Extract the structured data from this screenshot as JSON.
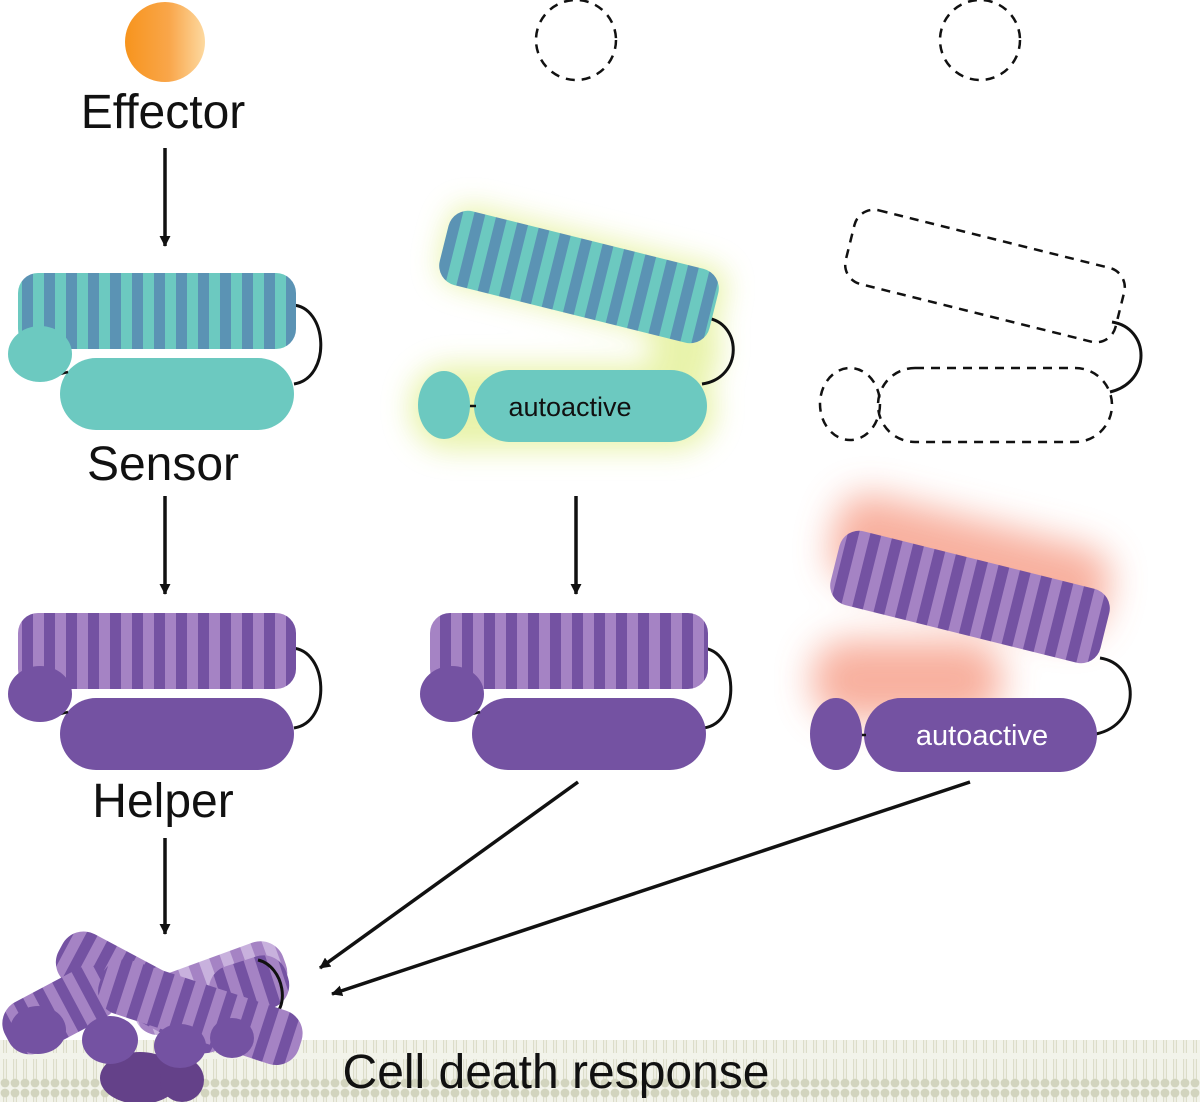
{
  "labels": {
    "effector": "Effector",
    "sensor": "Sensor",
    "helper": "Helper",
    "autoactive_sensor": "autoactive",
    "autoactive_helper": "autoactive",
    "cell_death": "Cell death response"
  },
  "colors": {
    "effector_orange": "#F7941D",
    "sensor_teal": "#6CC9C0",
    "sensor_stripe": "#5B93B4",
    "helper_purple": "#7452A2",
    "helper_stripe": "#A583C4",
    "glow_yellow": "#E6F2A2",
    "glow_red": "#F7A38E",
    "membrane": "#D2D4BE",
    "line": "#111111"
  }
}
